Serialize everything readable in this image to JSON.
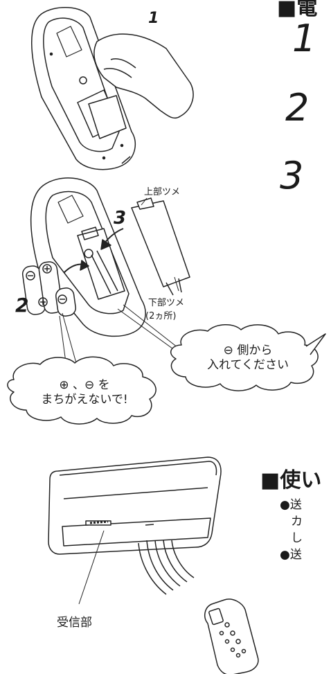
{
  "header_fragment": "■電",
  "steps": {
    "s1": "1",
    "s2": "2",
    "s3": "3",
    "fig_s1": "1",
    "fig_s2": "2",
    "fig_s3": "3"
  },
  "labels": {
    "upper_claw": "上部ツメ",
    "lower_claw": "下部ツメ",
    "lower_claw_count": "(2ヵ所)",
    "receiver": "受信部"
  },
  "bubbles": {
    "polarity_line1": "⊕ 、⊖ を",
    "polarity_line2": "まちがえないで!",
    "insert_line1": "⊖ 側から",
    "insert_line2": "入れてください"
  },
  "usage": {
    "heading": "■使い",
    "bullet1_line1": "●送",
    "bullet1_line2": "カ",
    "bullet1_line3": "し",
    "bullet2_line1": "●送"
  }
}
